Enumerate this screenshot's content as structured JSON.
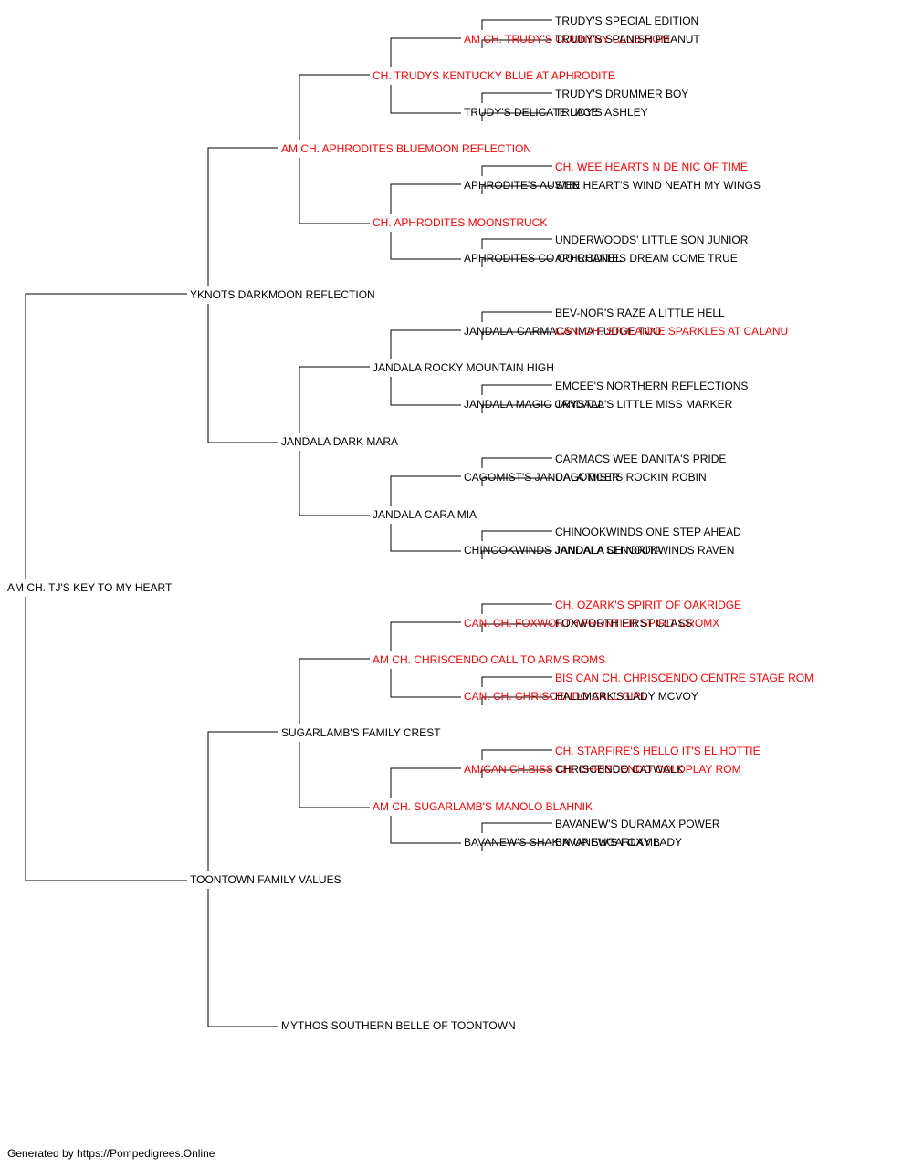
{
  "pedigree": {
    "subject": {
      "name": "AM CH. TJ'S KEY TO MY HEART",
      "red": false
    },
    "sire": {
      "name": "YKNOTS DARKMOON REFLECTION",
      "red": false
    },
    "dam": {
      "name": "TOONTOWN FAMILY VALUES",
      "red": false
    },
    "generation3": [
      {
        "name": "AM CH. APHRODITES BLUEMOON REFLECTION",
        "red": true
      },
      {
        "name": "JANDALA DARK MARA",
        "red": false
      },
      {
        "name": "SUGARLAMB'S FAMILY CREST",
        "red": false
      },
      {
        "name": "MYTHOS SOUTHERN BELLE OF TOONTOWN",
        "red": false
      }
    ],
    "generation4": [
      {
        "name": "CH. TRUDYS KENTUCKY BLUE AT APHRODITE",
        "red": true
      },
      {
        "name": "CH. APHRODITES MOONSTRUCK",
        "red": true
      },
      {
        "name": "JANDALA ROCKY MOUNTAIN HIGH",
        "red": false
      },
      {
        "name": "JANDALA CARA MIA",
        "red": false
      },
      {
        "name": "AM CH. CHRISCENDO CALL TO ARMS ROMS",
        "red": true
      },
      {
        "name": "AM CH. SUGARLAMB'S MANOLO BLAHNIK",
        "red": true
      }
    ],
    "generation5": [
      {
        "name": "AM CH. TRUDY'S COUNTRY CLUB ROM",
        "red": true
      },
      {
        "name": "TRUDY'S DELICATE LACE",
        "red": false
      },
      {
        "name": "APHRODITE'S AUSTIN",
        "red": false
      },
      {
        "name": "APHRODITES CO CO CHANEL",
        "red": false
      },
      {
        "name": "JANDALA-CARMACS IMA FUDGE TOO",
        "red": false
      },
      {
        "name": "JANDALA MAGIC CRYSTAL",
        "red": false
      },
      {
        "name": "CAGOMIST'S JANDALA TIGER",
        "red": false
      },
      {
        "name": "CHINOOKWINDS JANDALA SENORITA",
        "red": false
      },
      {
        "name": "CAN. CH. FOXWORTH FRONTIER SPIRIT CROMX",
        "red": true
      },
      {
        "name": "CAN. CH. CHRISCENDO CALL GIRL",
        "red": true
      },
      {
        "name": "AM/CAN CH.BISS CH. CHRISCENDO COLDPLAY ROM",
        "red": true
      },
      {
        "name": "BAVANEW'S SHAKIN UP SUGARLAMB",
        "red": false
      }
    ],
    "generation6": [
      {
        "name": "TRUDY'S SPECIAL EDITION",
        "red": false
      },
      {
        "name": "TRUDY'S SPANISH PEANUT",
        "red": false
      },
      {
        "name": "TRUDY'S DRUMMER BOY",
        "red": false
      },
      {
        "name": "TRUDY'S ASHLEY",
        "red": false
      },
      {
        "name": "CH. WEE HEARTS N DE NIC OF TIME",
        "red": true
      },
      {
        "name": "WEE HEART'S WIND NEATH MY WINGS",
        "red": false
      },
      {
        "name": "UNDERWOODS' LITTLE SON JUNIOR",
        "red": false
      },
      {
        "name": "APHRODITES DREAM COME TRUE",
        "red": false
      },
      {
        "name": "BEV-NOR'S RAZE A LITTLE HELL",
        "red": false
      },
      {
        "name": "CAN. CH. STOLANNE SPARKLES AT CALANU",
        "red": true
      },
      {
        "name": "EMCEE'S NORTHERN REFLECTIONS",
        "red": false
      },
      {
        "name": "JANDALA'S LITTLE MISS MARKER",
        "red": false
      },
      {
        "name": "CARMACS WEE DANITA'S PRIDE",
        "red": false
      },
      {
        "name": "CAGOMIST'S ROCKIN ROBIN",
        "red": false
      },
      {
        "name": "CHINOOKWINDS ONE STEP AHEAD",
        "red": false
      },
      {
        "name": "JANDALA CHINOOKWINDS RAVEN",
        "red": false
      },
      {
        "name": "CH. OZARK'S SPIRIT OF OAKRIDGE",
        "red": true
      },
      {
        "name": "FOXWORTH FIRST CLASS",
        "red": false
      },
      {
        "name": "BIS CAN CH. CHRISCENDO CENTRE STAGE ROM",
        "red": true
      },
      {
        "name": "HALLMARK'S LADY MCVOY",
        "red": false
      },
      {
        "name": "CH. STARFIRE'S HELLO IT'S EL HOTTIE",
        "red": true
      },
      {
        "name": "CHRISCENDO CATWALK",
        "red": false
      },
      {
        "name": "BAVANEW'S DURAMAX POWER",
        "red": false
      },
      {
        "name": "BAVANEW'S FOXY LADY",
        "red": false
      }
    ]
  },
  "colors": {
    "champion": "#ff0000",
    "default": "#000000",
    "line": "#000000"
  },
  "footer": "Generated by https://Pompedigrees.Online"
}
